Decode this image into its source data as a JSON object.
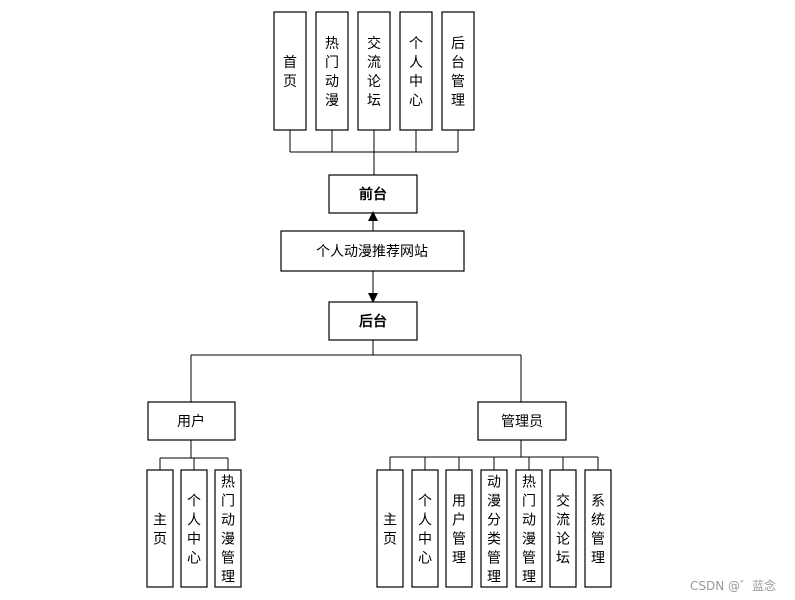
{
  "title": "个人动漫推荐网站",
  "front": {
    "label": "前台",
    "children": [
      "首页",
      "热门动漫",
      "交流论坛",
      "个人中心",
      "后台管理"
    ]
  },
  "back": {
    "label": "后台",
    "user": {
      "label": "用户",
      "children": [
        "主页",
        "个人中心",
        "热门动漫管理"
      ]
    },
    "admin": {
      "label": "管理员",
      "children": [
        "主页",
        "个人中心",
        "用户管理",
        "动漫分类管理",
        "热门动漫管理",
        "交流论坛",
        "系统管理"
      ]
    }
  },
  "watermark": "CSDN @゛蓝念"
}
